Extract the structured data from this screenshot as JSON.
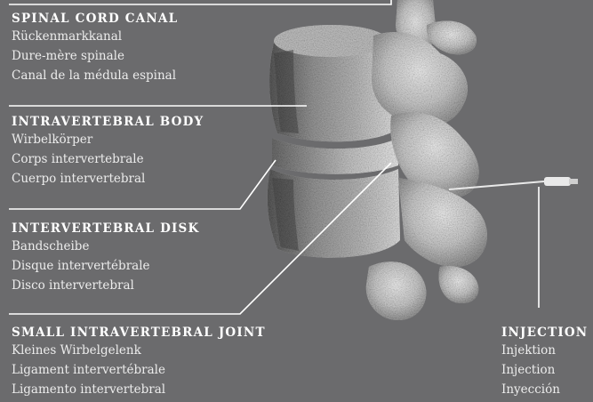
{
  "labels": {
    "spinal_cord_canal": {
      "heading": "SPINAL CORD CANAL",
      "de": "Rückenmarkkanal",
      "fr": "Dure-mère spinale",
      "es": "Canal de la médula espinal"
    },
    "intravertebral_body": {
      "heading": "INTRAVERTEBRAL BODY",
      "de": "Wirbelkörper",
      "fr": "Corps intervertebrale",
      "es": "Cuerpo intervertebral"
    },
    "intervertebral_disk": {
      "heading": "INTERVERTEBRAL DISK",
      "de": "Bandscheibe",
      "fr": "Disque intervertébrale",
      "es": "Disco intervertebral"
    },
    "small_joint": {
      "heading": "SMALL INTRAVERTEBRAL JOINT",
      "de": "Kleines Wirbelgelenk",
      "fr": "Ligament intervertébrale",
      "es": "Ligamento intervertebral"
    },
    "injection": {
      "heading": "INJECTION",
      "de": "Injektion",
      "fr": "Injection",
      "es": "Inyección"
    }
  },
  "colors": {
    "background": "#6b6b6d",
    "text": "#ffffff",
    "bone": "#d9d9d9"
  }
}
